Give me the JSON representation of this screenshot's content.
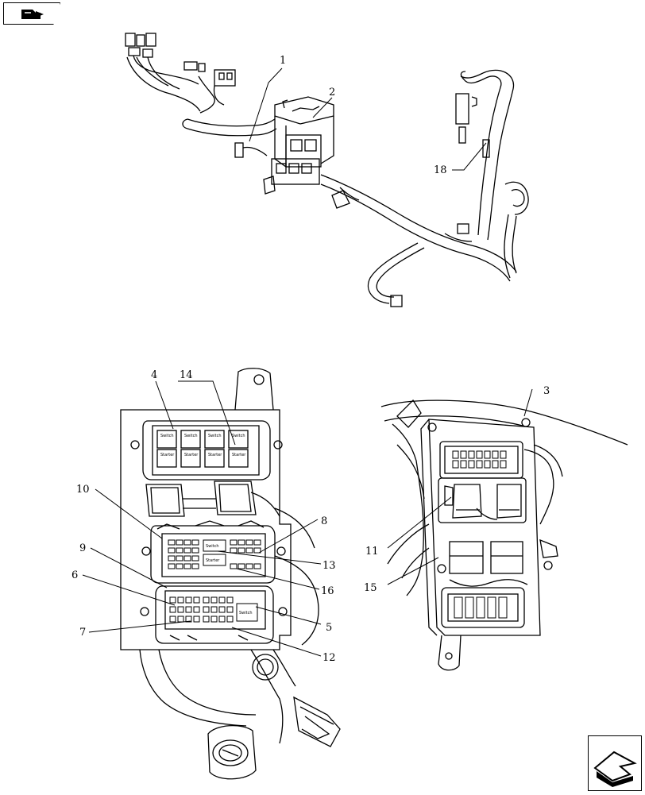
{
  "callouts": {
    "c1": "1",
    "c2": "2",
    "c3": "3",
    "c4": "4",
    "c5": "5",
    "c6": "6",
    "c7": "7",
    "c8": "8",
    "c9": "9",
    "c10": "10",
    "c11": "11",
    "c12": "12",
    "c13": "13",
    "c14": "14",
    "c15": "15",
    "c16": "16",
    "c18": "18"
  },
  "module_labels": {
    "switch": "Switch",
    "starter": "Starter"
  },
  "icons": {
    "top_left": "book-arrow-icon",
    "bottom_right": "next-page-arrow-icon"
  }
}
